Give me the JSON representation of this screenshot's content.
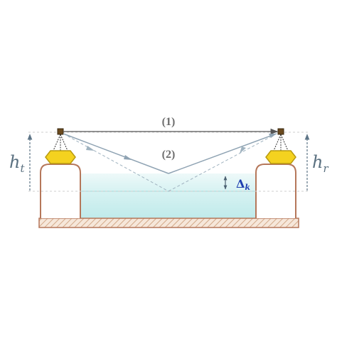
{
  "labels": {
    "h_t_main": "h",
    "h_t_sub": "t",
    "h_r_main": "h",
    "h_r_sub": "r",
    "ray_1": "(1)",
    "ray_2": "(2)",
    "delta_main": "Δ",
    "delta_sub": "k"
  },
  "icons": {
    "left_antenna": "antenna-hexagon-icon",
    "right_antenna": "antenna-hexagon-icon"
  },
  "colors": {
    "tower_outline": "#b5775a",
    "antenna_fill": "#f4d21f",
    "antenna_stroke": "#b89a10",
    "ray_direct": "#6f6f6f",
    "ray_reflected": "#8fa3b3",
    "water_top": "#e4f5f5",
    "water_bottom": "#c5ecec",
    "ground_fill": "#f6e7da",
    "ground_hatch": "#d2a887",
    "height_arrow": "#5e7587",
    "delta_label": "#1f3fb0"
  }
}
